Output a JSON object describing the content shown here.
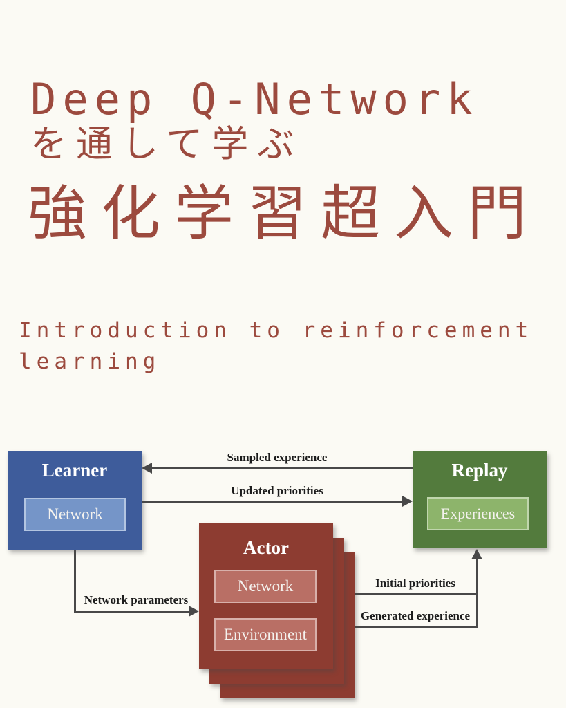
{
  "title": {
    "line1": "Deep Q-Network",
    "line2": "を通して学ぶ",
    "line3": "強化学習超入門"
  },
  "subtitle": {
    "text": "Introduction to reinforcement learning"
  },
  "diagram": {
    "learner": {
      "title": "Learner",
      "inner": "Network"
    },
    "replay": {
      "title": "Replay",
      "inner": "Experiences"
    },
    "actor": {
      "title": "Actor",
      "inner1": "Network",
      "inner2": "Environment"
    },
    "arrows": {
      "sampled_experience": "Sampled experience",
      "updated_priorities": "Updated priorities",
      "network_parameters": "Network parameters",
      "initial_priorities": "Initial priorities",
      "generated_experience": "Generated experience"
    }
  },
  "colors": {
    "page-bg": "#fbfaf4",
    "title": "#9c4a3e",
    "learner-bg": "#3e5c9b",
    "learner-inner-bg": "#7595c8",
    "replay-bg": "#537b3d",
    "replay-inner-bg": "#8db46b",
    "actor-bg": "#8d3c31",
    "actor-inner-bg": "#b96f65",
    "arrow": "#484848",
    "label": "#1c1c1c",
    "box-text": "#ffffff"
  }
}
